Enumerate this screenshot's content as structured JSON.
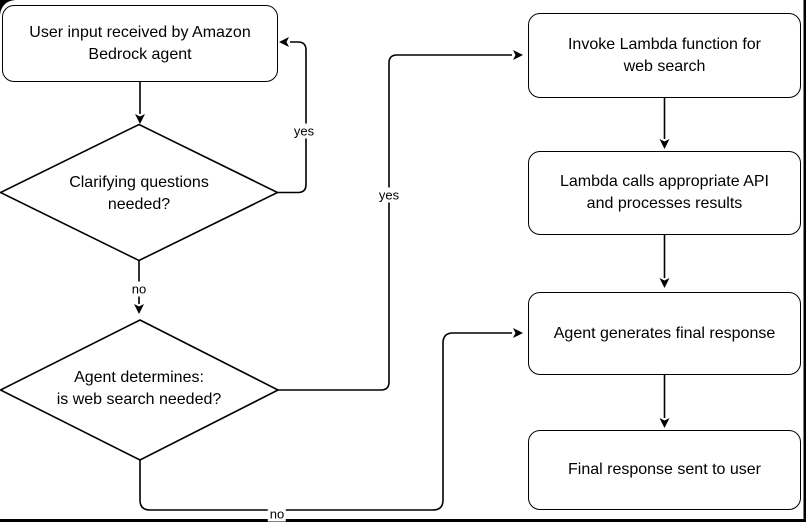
{
  "diagram": {
    "title": "Amazon Bedrock agent web-search flowchart",
    "colors": {
      "stroke": "#000000",
      "fill": "#ffffff"
    },
    "nodes": {
      "user_input": {
        "label": "User input received by Amazon\nBedrock agent"
      },
      "clarifying": {
        "label": "Clarifying questions\nneeded?"
      },
      "web_search": {
        "label": "Agent determines:\nis web search needed?"
      },
      "invoke_lambda": {
        "label": "Invoke Lambda function for\nweb search"
      },
      "lambda_calls": {
        "label": "Lambda calls appropriate API\nand processes results"
      },
      "agent_generates": {
        "label": "Agent generates final response"
      },
      "final_response": {
        "label": "Final response sent to user"
      }
    },
    "edge_labels": {
      "yes_clarifying": "yes",
      "no_clarifying": "no",
      "yes_web_search": "yes",
      "no_web_search": "no"
    }
  }
}
